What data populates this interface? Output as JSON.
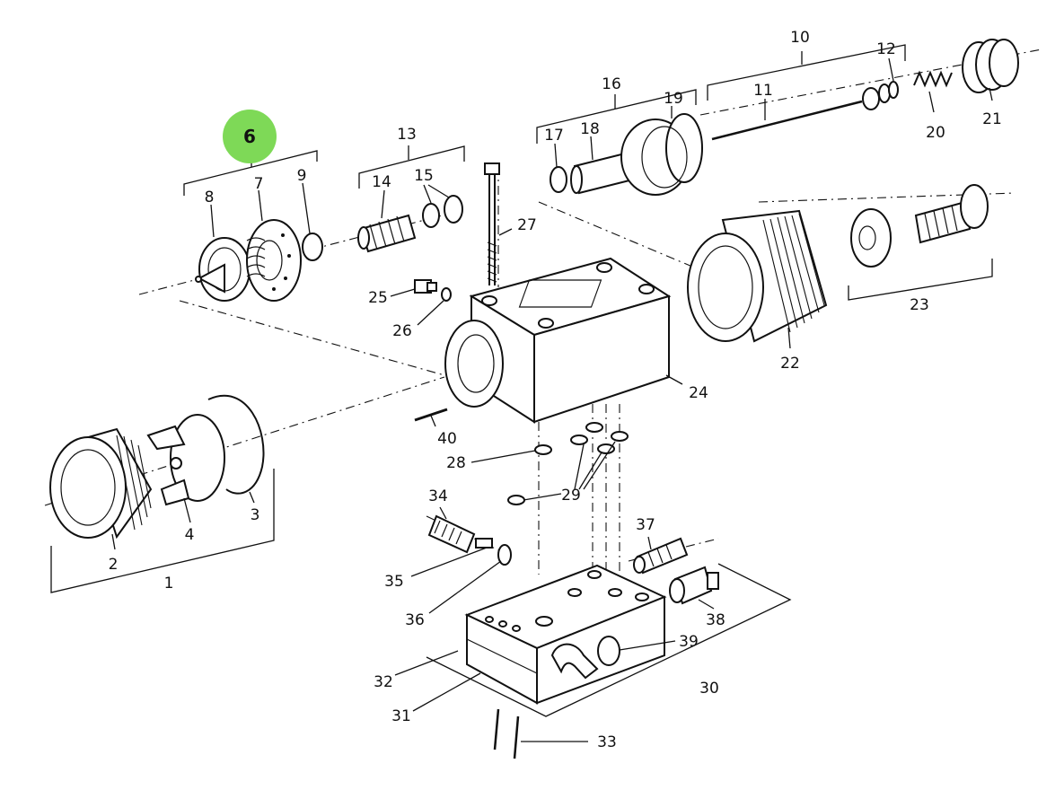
{
  "highlight": {
    "label": "6",
    "color": "#7ed957"
  },
  "labels": [
    "1",
    "2",
    "3",
    "4",
    "7",
    "8",
    "9",
    "10",
    "11",
    "12",
    "13",
    "14",
    "15",
    "16",
    "17",
    "18",
    "19",
    "20",
    "21",
    "22",
    "23",
    "24",
    "25",
    "26",
    "27",
    "28",
    "29",
    "30",
    "31",
    "32",
    "33",
    "34",
    "35",
    "36",
    "37",
    "38",
    "39",
    "40"
  ]
}
